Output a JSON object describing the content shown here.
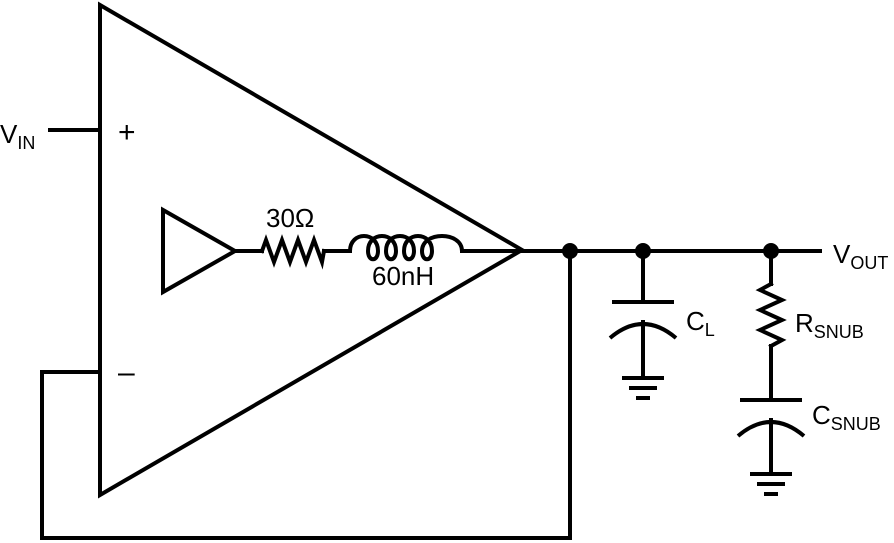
{
  "labels": {
    "vin_main": "V",
    "vin_sub": "IN",
    "vout_main": "V",
    "vout_sub": "OUT",
    "plus": "+",
    "minus": "–",
    "r_internal": "30Ω",
    "l_internal": "60nH",
    "cl_main": "C",
    "cl_sub": "L",
    "rsnub_main": "R",
    "rsnub_sub": "SNUB",
    "csnub_main": "C",
    "csnub_sub": "SNUB"
  }
}
